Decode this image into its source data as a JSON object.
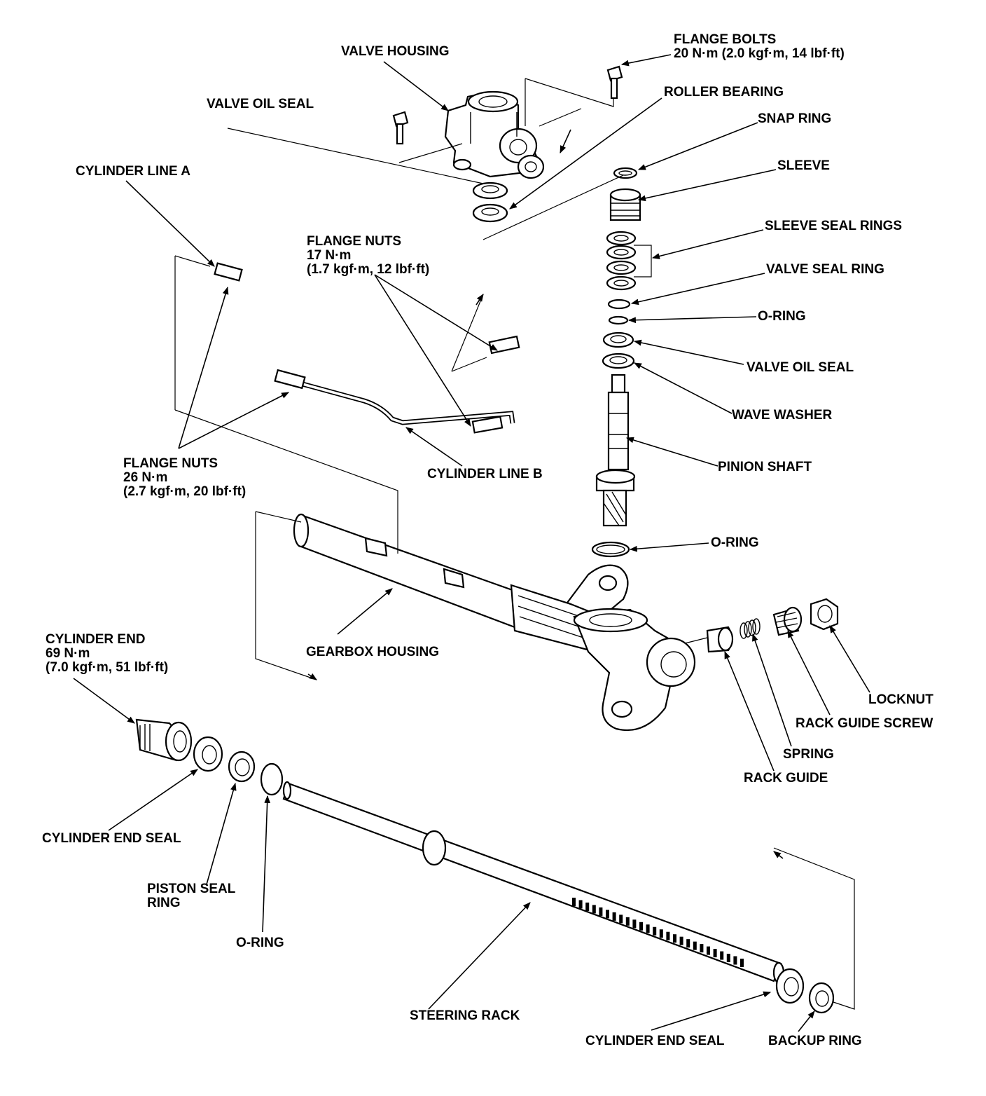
{
  "labels": {
    "valve_housing": "VALVE HOUSING",
    "flange_bolts": [
      "FLANGE BOLTS",
      "20 N·m (2.0 kgf·m, 14 lbf·ft)"
    ],
    "roller_bearing": "ROLLER BEARING",
    "valve_oil_seal_top": "VALVE OIL SEAL",
    "snap_ring": "SNAP RING",
    "sleeve": "SLEEVE",
    "cylinder_line_a": "CYLINDER LINE A",
    "sleeve_seal_rings": "SLEEVE SEAL RINGS",
    "flange_nuts_17": [
      "FLANGE NUTS",
      "17 N·m",
      "(1.7 kgf·m, 12 lbf·ft)"
    ],
    "valve_seal_ring": "VALVE SEAL RING",
    "o_ring_1": "O-RING",
    "valve_oil_seal_right": "VALVE OIL SEAL",
    "wave_washer": "WAVE WASHER",
    "pinion_shaft": "PINION SHAFT",
    "flange_nuts_26": [
      "FLANGE NUTS",
      "26 N·m",
      "(2.7 kgf·m, 20 lbf·ft)"
    ],
    "cylinder_line_b": "CYLINDER LINE B",
    "o_ring_2": "O-RING",
    "cylinder_end": [
      "CYLINDER END",
      "69 N·m",
      "(7.0 kgf·m,  51 lbf·ft)"
    ],
    "gearbox_housing": "GEARBOX HOUSING",
    "locknut": "LOCKNUT",
    "rack_guide_screw": "RACK GUIDE SCREW",
    "spring": "SPRING",
    "rack_guide": "RACK GUIDE",
    "cylinder_end_seal_left": "CYLINDER END SEAL",
    "piston_seal_ring": [
      "PISTON SEAL",
      "RING"
    ],
    "o_ring_3": "O-RING",
    "steering_rack": "STEERING RACK",
    "cylinder_end_seal_right": "CYLINDER END SEAL",
    "backup_ring": "BACKUP RING"
  }
}
